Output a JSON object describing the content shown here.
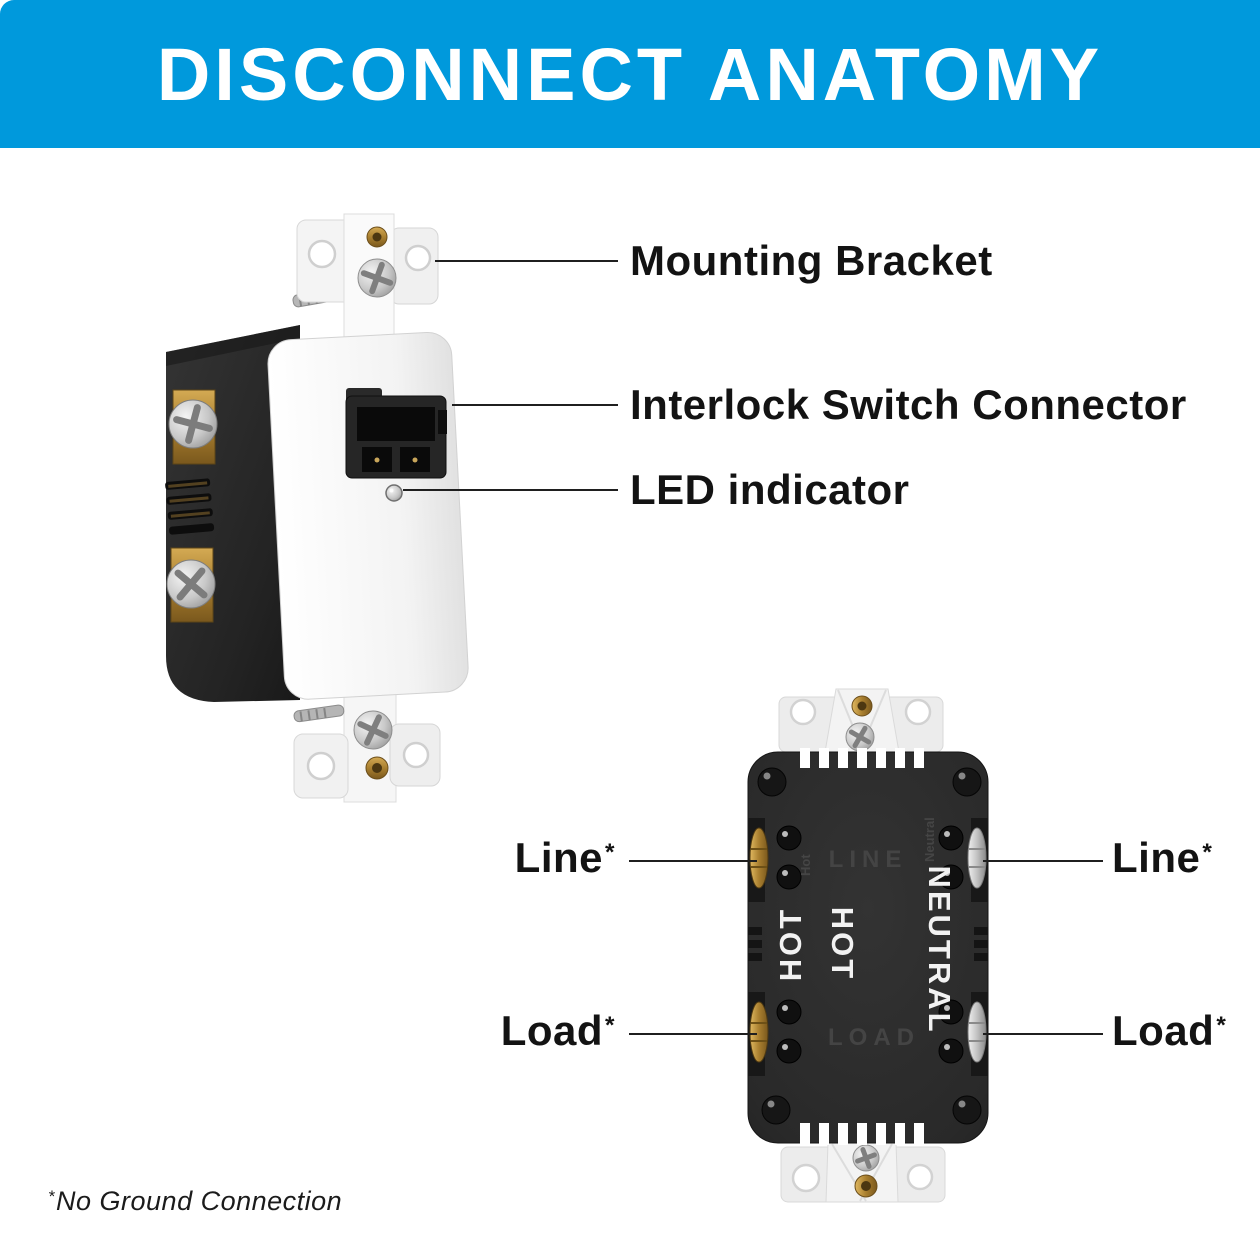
{
  "banner": {
    "title": "DISCONNECT ANATOMY",
    "bg_color": "#0099DC",
    "text_color": "#FFFFFF"
  },
  "front_view": {
    "callouts": {
      "mounting_bracket": "Mounting Bracket",
      "interlock": "Interlock Switch Connector",
      "led": "LED indicator"
    }
  },
  "back_view": {
    "callouts": {
      "line_left": {
        "word": "Line",
        "sup": "*"
      },
      "load_left": {
        "word": "Load",
        "sup": "*"
      },
      "line_right": {
        "word": "Line",
        "sup": "*"
      },
      "load_right": {
        "word": "Load",
        "sup": "*"
      }
    },
    "markings": {
      "hot": "HOT",
      "neutral": "NEUTRAL",
      "line": "LINE",
      "load": "LOAD",
      "hot_small": "Hot",
      "neutral_small": "Neutral"
    }
  },
  "footnote": {
    "sup": "*",
    "text": "No Ground Connection"
  },
  "colors": {
    "banner_blue": "#0099DC",
    "device_black": "#2b2b2b",
    "plate_white": "#f4f4f4",
    "bracket_gray": "#ececec",
    "brass": "#b08a3c",
    "silver": "#c9c9c9",
    "callout_line": "#1f1f1f",
    "label_text": "#131313"
  }
}
